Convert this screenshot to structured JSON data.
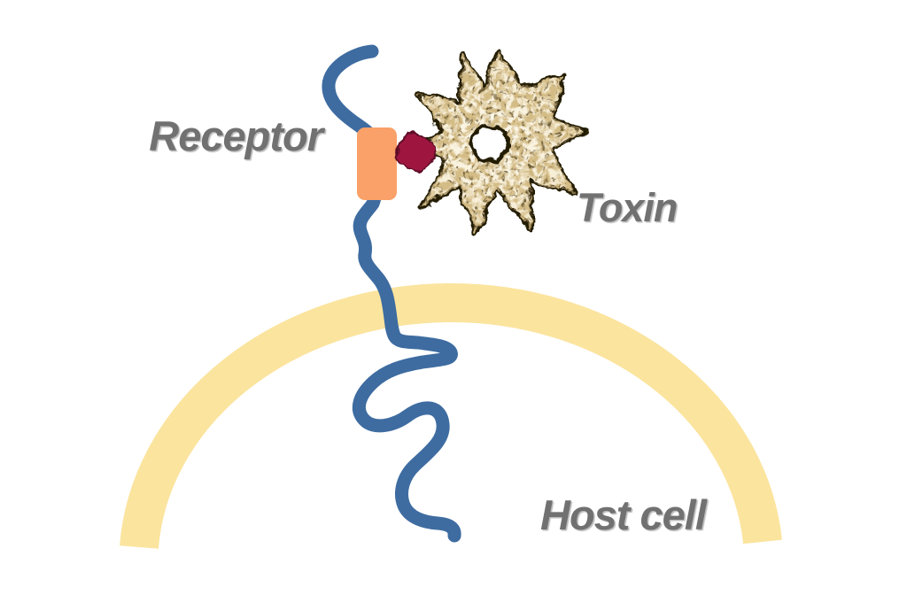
{
  "diagram": {
    "type": "scientific-illustration",
    "subject": "toxin-receptor-binding-on-host-cell-membrane",
    "labels": {
      "receptor": "Receptor",
      "toxin": "Toxin",
      "host_cell": "Host cell"
    },
    "colors": {
      "background": "#ffffff",
      "receptor_line": "#3e6ca1",
      "receptor_domain": "#f9a168",
      "membrane": "#fbe49e",
      "label_text": "#717171",
      "toxin_body": "#f7eed6",
      "toxin_outline": "#241a06",
      "toxin_speckle": "#b08a4f",
      "binding_site": "#9e1740"
    }
  }
}
